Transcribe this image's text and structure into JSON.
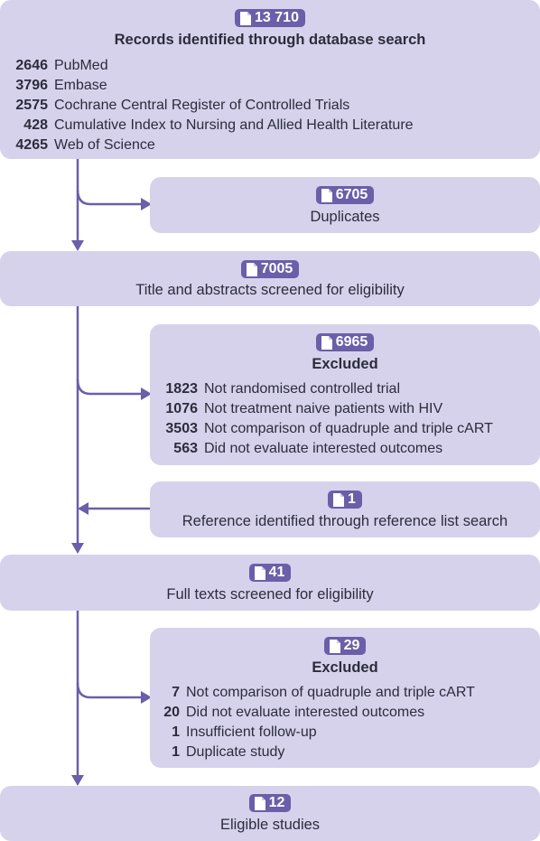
{
  "colors": {
    "box": "#d6d2ec",
    "badge": "#6a5fa8",
    "arrow": "#6a5fa8",
    "text": "#2c2c3c"
  },
  "icon": "document-icon",
  "boxes": {
    "identified": {
      "count": "13 710",
      "title": "Records identified through database search",
      "items": [
        {
          "num": "2646",
          "label": "PubMed"
        },
        {
          "num": "3796",
          "label": "Embase"
        },
        {
          "num": "2575",
          "label": "Cochrane Central Register of Controlled Trials"
        },
        {
          "num": "428",
          "label": "Cumulative Index to Nursing and Allied Health Literature"
        },
        {
          "num": "4265",
          "label": "Web of Science"
        }
      ]
    },
    "duplicates": {
      "count": "6705",
      "title": "Duplicates"
    },
    "screened": {
      "count": "7005",
      "title": "Title and abstracts screened for eligibility"
    },
    "excluded1": {
      "count": "6965",
      "title": "Excluded",
      "items": [
        {
          "num": "1823",
          "label": "Not randomised controlled trial"
        },
        {
          "num": "1076",
          "label": "Not treatment naive patients with HIV"
        },
        {
          "num": "3503",
          "label": "Not comparison of quadruple and triple cART"
        },
        {
          "num": "563",
          "label": "Did not evaluate interested outcomes"
        }
      ]
    },
    "reference": {
      "count": "1",
      "title": "Reference identified through reference list search"
    },
    "fulltext": {
      "count": "41",
      "title": "Full texts screened for eligibility"
    },
    "excluded2": {
      "count": "29",
      "title": "Excluded",
      "items": [
        {
          "num": "7",
          "label": "Not comparison of quadruple and triple cART"
        },
        {
          "num": "20",
          "label": "Did not evaluate interested outcomes"
        },
        {
          "num": "1",
          "label": "Insufficient follow-up"
        },
        {
          "num": "1",
          "label": "Duplicate study"
        }
      ]
    },
    "eligible": {
      "count": "12",
      "title": "Eligible studies"
    }
  }
}
